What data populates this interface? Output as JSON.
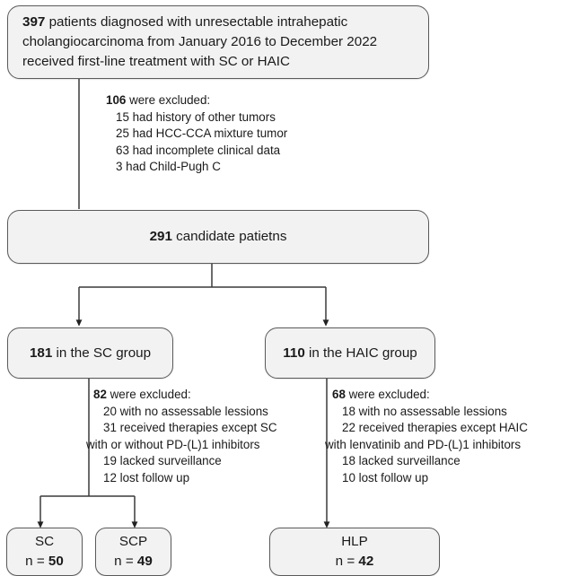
{
  "diagram": {
    "type": "patient-flow-consort",
    "nodes": {
      "enrollment": {
        "count": "397",
        "text": " patients diagnosed with unresectable intrahepatic cholangiocarcinoma from January 2016 to December 2022 received first-line treatment with SC or HAIC"
      },
      "candidate": {
        "count": "291",
        "text": " candidate patietns"
      },
      "sc_group": {
        "count": "181",
        "text": " in the SC group"
      },
      "haic_group": {
        "count": "110",
        "text": " in the HAIC group"
      },
      "sc_final": {
        "title": "SC",
        "n_label": "n = ",
        "n_value": "50"
      },
      "scp_final": {
        "title": "SCP",
        "n_label": "n = ",
        "n_value": "49"
      },
      "hlp_final": {
        "title": "HLP",
        "n_label": "n = ",
        "n_value": "42"
      }
    },
    "exclusions": {
      "top": {
        "count": "106",
        "header": " were excluded:",
        "items": [
          "15 had history of other tumors",
          "25 had HCC-CCA mixture tumor",
          "63 had incomplete clinical data",
          "3 had Child-Pugh C"
        ]
      },
      "sc": {
        "count": "82",
        "header": " were excluded:",
        "items": [
          "20 with no assessable lessions",
          "31 received therapies except SC",
          "with or without PD-(L)1 inhibitors",
          "19 lacked surveillance",
          "12 lost follow up"
        ]
      },
      "haic": {
        "count": "68",
        "header": " were excluded:",
        "items": [
          "18 with no assessable lessions",
          "22 received therapies except HAIC",
          "with lenvatinib and PD-(L)1 inhibitors",
          "18 lacked surveillance",
          "10 lost follow up"
        ]
      }
    },
    "colors": {
      "node_fill": "#f2f2f2",
      "node_border": "#5a5a5a",
      "connector": "#3a3a3a",
      "text": "#1a1a1a",
      "background": "#ffffff"
    }
  }
}
